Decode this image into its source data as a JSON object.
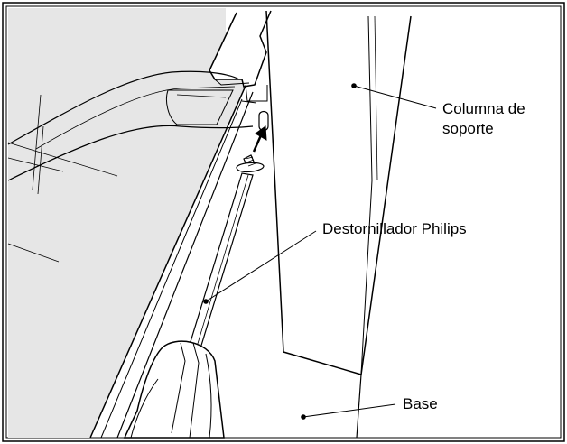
{
  "diagram": {
    "labels": {
      "columna_line1": "Columna de",
      "columna_line2": "soporte",
      "destornillador": "Destornillador Philips",
      "base": "Base"
    },
    "colors": {
      "panel_fill": "#e6e6e6",
      "line": "#000000",
      "background": "#ffffff"
    }
  }
}
